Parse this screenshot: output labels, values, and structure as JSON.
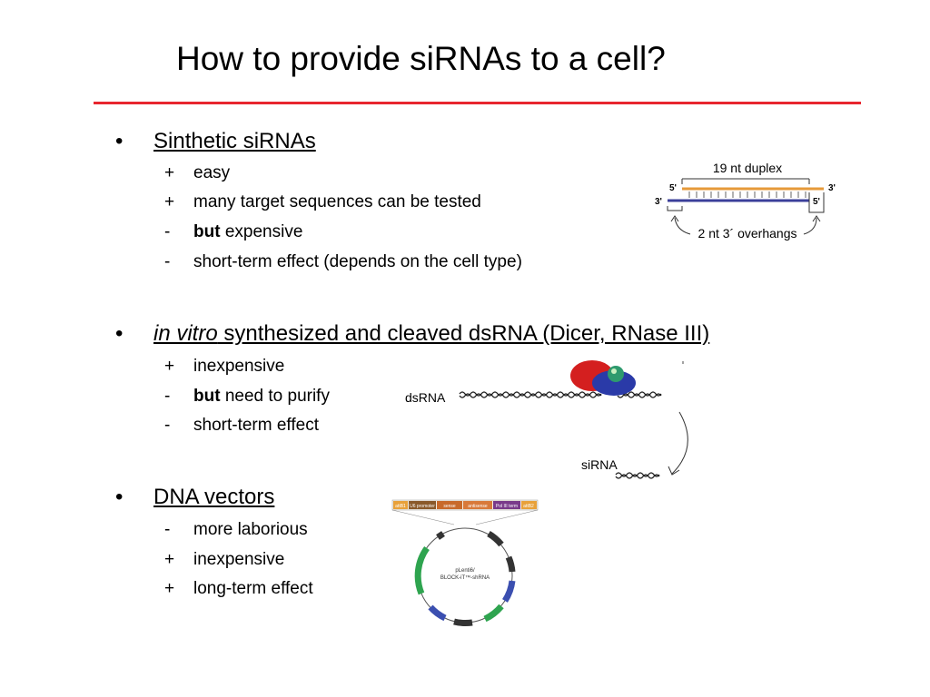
{
  "title": "How to provide siRNAs to a cell?",
  "colors": {
    "rule": "#e8262e",
    "sense_strand": "#e69a3a",
    "antisense_strand": "#3b3f9a",
    "dicer_red": "#d41f1f",
    "dicer_blue": "#2a3aa8",
    "dicer_green": "#2e9a6e",
    "vector_green": "#2ea44f",
    "vector_blue": "#3b4fb0",
    "vector_dark": "#333333"
  },
  "sections": [
    {
      "bullet": "•",
      "heading": "Sinthetic siRNAs",
      "items": [
        {
          "sign": "+",
          "bold": "",
          "text": "easy"
        },
        {
          "sign": "+",
          "bold": "",
          "text": "many target sequences can be tested"
        },
        {
          "sign": "-",
          "bold": "but",
          "text": " expensive"
        },
        {
          "sign": "-",
          "bold": "",
          "text": "short-term effect (depends on the cell type)"
        }
      ]
    },
    {
      "bullet": "•",
      "heading_italic": "in vitro",
      "heading": " synthesized and cleaved dsRNA (Dicer, RNase III)",
      "items": [
        {
          "sign": "+",
          "bold": "",
          "text": "inexpensive"
        },
        {
          "sign": "-",
          "bold": "but",
          "text": " need to purify"
        },
        {
          "sign": "-",
          "bold": "",
          "text": "short-term effect"
        }
      ]
    },
    {
      "bullet": "•",
      "heading": "DNA vectors",
      "items": [
        {
          "sign": "-",
          "bold": "",
          "text": "more laborious"
        },
        {
          "sign": "+",
          "bold": "",
          "text": "inexpensive"
        },
        {
          "sign": "+",
          "bold": "",
          "text": "long-term effect"
        }
      ]
    }
  ],
  "sirna_figure": {
    "duplex_label": "19 nt duplex",
    "top_left_end": "5'",
    "top_right_end": "3'",
    "bottom_left_end": "3'",
    "bottom_right_end": "5'",
    "overhangs_label": "2 nt 3´ overhangs"
  },
  "dicer_figure": {
    "dsrna_label": "dsRNA",
    "sirna_label": "siRNA"
  },
  "vector_figure": {
    "construct_segments": [
      "attB1",
      "U6 promoter",
      "sense",
      "antisense",
      "Pol III term",
      "attB2"
    ],
    "plasmid_name_line1": "pLenti6/",
    "plasmid_name_line2": "BLOCK-iT™-shRNA"
  }
}
